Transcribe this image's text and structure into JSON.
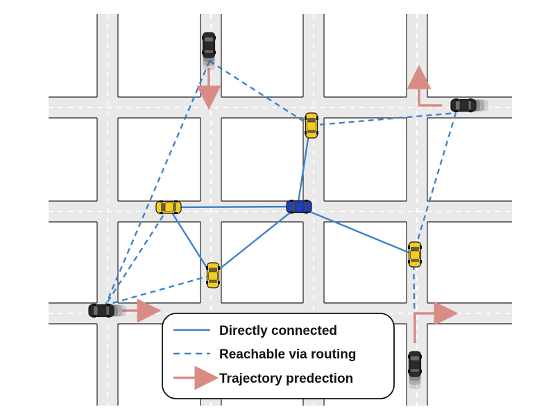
{
  "colors": {
    "background": "#ffffff",
    "road": "#e9e9e9",
    "road_edge": "#222222",
    "lane_marking": "#ffffff",
    "link": "#3d82c9",
    "arrow": "#d98c86",
    "car_yellow": "#f3cc22",
    "car_blue": "#1f3fbf",
    "car_dark": "#2a2a2a",
    "legend_border": "#111111"
  },
  "nodes": {
    "ego": {
      "color": "blue",
      "orient": "h"
    },
    "yellow_top": {
      "color": "yellow",
      "orient": "v"
    },
    "yellow_left": {
      "color": "yellow",
      "orient": "h"
    },
    "yellow_mid": {
      "color": "yellow",
      "orient": "v"
    },
    "yellow_right": {
      "color": "yellow",
      "orient": "v"
    },
    "dark_top": {
      "color": "dark",
      "orient": "v",
      "motion_blur": true
    },
    "dark_right": {
      "color": "dark",
      "orient": "h",
      "motion_blur": true
    },
    "dark_bottom_left": {
      "color": "dark",
      "orient": "h",
      "motion_blur": true
    },
    "dark_bottom_right": {
      "color": "dark",
      "orient": "v",
      "motion_blur": true
    }
  },
  "links": [
    {
      "from": "yellow_left",
      "to": "ego",
      "type": "direct"
    },
    {
      "from": "ego",
      "to": "yellow_top",
      "type": "direct"
    },
    {
      "from": "ego",
      "to": "yellow_mid",
      "type": "direct"
    },
    {
      "from": "ego",
      "to": "yellow_right",
      "type": "direct"
    },
    {
      "from": "yellow_left",
      "to": "yellow_mid",
      "type": "direct"
    },
    {
      "from": "dark_top",
      "to": "yellow_top",
      "type": "routing"
    },
    {
      "from": "dark_top",
      "to": "dark_bottom_left",
      "type": "routing"
    },
    {
      "from": "yellow_top",
      "to": "dark_right",
      "type": "routing"
    },
    {
      "from": "dark_right",
      "to": "yellow_right",
      "type": "routing"
    },
    {
      "from": "yellow_left",
      "to": "dark_bottom_left",
      "type": "routing"
    },
    {
      "from": "yellow_mid",
      "to": "dark_bottom_left",
      "type": "routing"
    },
    {
      "from": "yellow_right",
      "to": "dark_bottom_right",
      "type": "routing"
    }
  ],
  "trajectories": [
    {
      "vehicle": "dark_top",
      "direction": "down"
    },
    {
      "vehicle": "dark_right",
      "direction": "left-then-up"
    },
    {
      "vehicle": "dark_bottom_left",
      "direction": "right"
    },
    {
      "vehicle": "dark_bottom_right",
      "direction": "up-then-right"
    }
  ],
  "legend": {
    "direct_label": "Directly connected",
    "routing_label": "Reachable via routing",
    "trajectory_label": "Trajectory predection"
  }
}
